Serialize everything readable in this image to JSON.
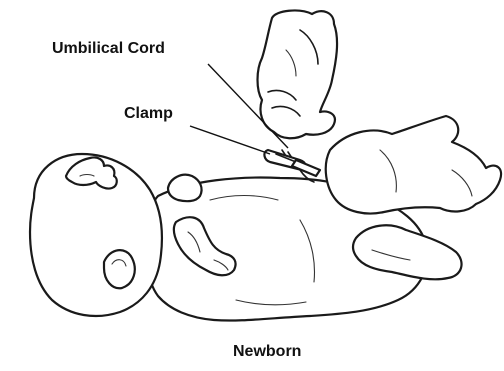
{
  "labels": {
    "umbilical_cord": "Umbilical Cord",
    "clamp": "Clamp",
    "caption": "Newborn"
  },
  "colors": {
    "ink": "#1a1a1a",
    "background": "#ffffff"
  }
}
